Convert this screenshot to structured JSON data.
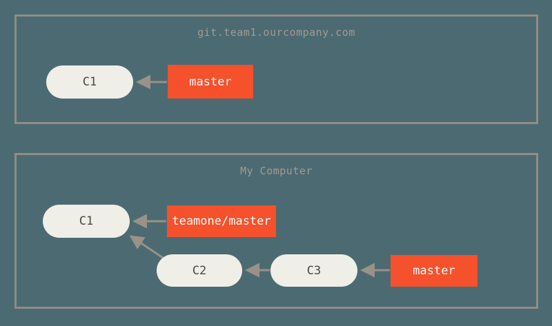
{
  "diagram": {
    "background_color": "#4c6a72",
    "panel_border_color": "#908d84",
    "node_fill_color": "#efefe7",
    "node_text_color": "#4a4740",
    "branch_fill_color": "#f4512c",
    "branch_text_color": "#ffffff",
    "arrow_color": "#9a9287",
    "title_color": "#a29c8f"
  },
  "panels": [
    {
      "id": "server",
      "title": "git.team1.ourcompany.com",
      "commits": [
        {
          "id": "c1-server",
          "label": "C1"
        }
      ],
      "branches": [
        {
          "id": "master-server",
          "label": "master",
          "points_to": "C1"
        }
      ]
    },
    {
      "id": "local",
      "title": "My Computer",
      "commits": [
        {
          "id": "c1-local",
          "label": "C1"
        },
        {
          "id": "c2-local",
          "label": "C2"
        },
        {
          "id": "c3-local",
          "label": "C3"
        }
      ],
      "branches": [
        {
          "id": "teamone-master",
          "label": "teamone/master",
          "points_to": "C1"
        },
        {
          "id": "master-local",
          "label": "master",
          "points_to": "C3"
        }
      ]
    }
  ],
  "edges": [
    {
      "from": "master-server",
      "to": "c1-server",
      "kind": "branch-pointer"
    },
    {
      "from": "teamone-master",
      "to": "c1-local",
      "kind": "branch-pointer"
    },
    {
      "from": "c2-local",
      "to": "c1-local",
      "kind": "parent"
    },
    {
      "from": "c3-local",
      "to": "c2-local",
      "kind": "parent"
    },
    {
      "from": "master-local",
      "to": "c3-local",
      "kind": "branch-pointer"
    }
  ]
}
